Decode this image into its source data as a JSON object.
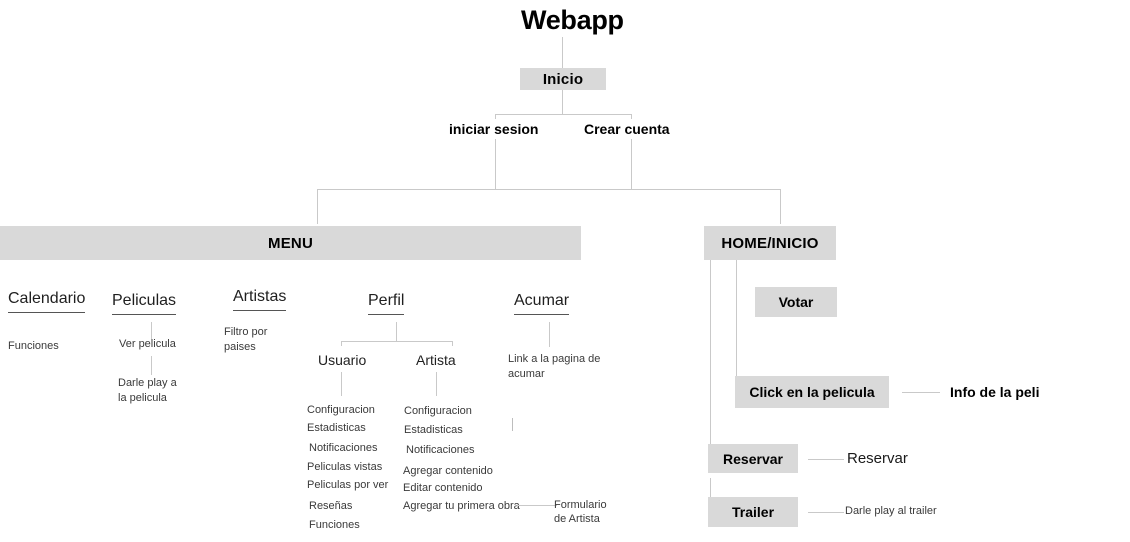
{
  "title": "Webapp",
  "root": {
    "label": "Inicio"
  },
  "auth": {
    "login_label": "iniciar sesion",
    "signup_label": "Crear cuenta"
  },
  "menu_section": {
    "bar_label": "MENU",
    "columns": [
      {
        "head": "Calendario",
        "items": [
          "Funciones"
        ]
      },
      {
        "head": "Peliculas",
        "items": [
          "Ver pelicula",
          "Darle play a",
          "la pelicula"
        ]
      },
      {
        "head": "Artistas",
        "items": [
          "Filtro por",
          "paises"
        ]
      },
      {
        "head": "Perfil",
        "subheads": [
          "Usuario",
          "Artista"
        ],
        "usuario_items": [
          "Configuracion",
          "Estadisticas",
          "Notificaciones",
          "Peliculas vistas",
          "Peliculas por ver",
          "Reseñas",
          "Funciones"
        ],
        "artista_items": [
          "Configuracion",
          "Estadisticas",
          "Notificaciones",
          "Agregar contenido",
          "Editar contenido",
          "Agregar tu primera obra"
        ],
        "artista_form_label_line1": "Formulario",
        "artista_form_label_line2": "de Artista"
      },
      {
        "head": "Acumar",
        "items": [
          "Link a la pagina de",
          "acumar"
        ]
      }
    ]
  },
  "home_section": {
    "bar_label": "HOME/INICIO",
    "nodes": [
      {
        "label": "Votar"
      },
      {
        "label": "Click en la pelicula",
        "note": "Info de la peli"
      },
      {
        "label": "Reservar",
        "note": "Reservar"
      },
      {
        "label": "Trailer",
        "note": "Darle play al trailer"
      }
    ]
  },
  "colors": {
    "box_grey": "#d9d9d9",
    "line_grey": "#c9c9c9",
    "text": "#1a1a1a"
  }
}
